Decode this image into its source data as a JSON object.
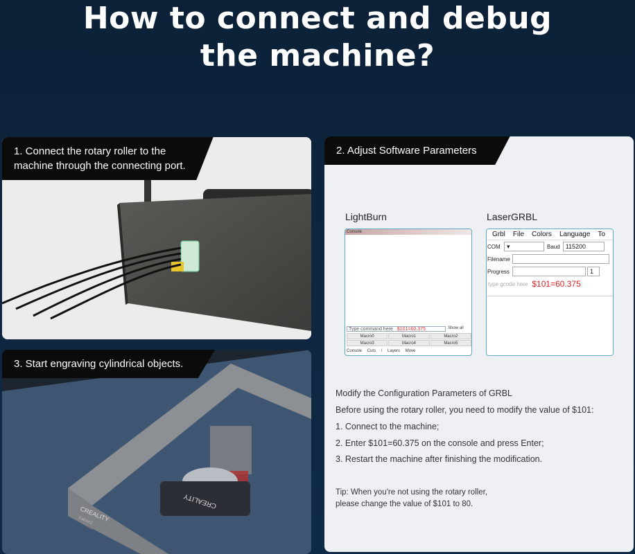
{
  "title": {
    "line1": "How to connect and debug",
    "line2": "the machine?"
  },
  "step1": {
    "line1": "1. Connect the rotary roller to the",
    "line2": "machine through the connecting port."
  },
  "step2": {
    "label": "2. Adjust Software Parameters"
  },
  "step3": {
    "label": "3. Start engraving cylindrical objects."
  },
  "software": {
    "lightburn": {
      "name": "LightBurn",
      "window_title": "Console",
      "command_placeholder": "Type command here",
      "command_value": "$101=60.375",
      "show_all": "Show all",
      "macros": [
        "Macro0",
        "Macro1",
        "Macro2",
        "Macro3",
        "Macro4",
        "Macro5"
      ],
      "tabs": [
        "Console",
        "Cuts / Layers",
        "Move"
      ]
    },
    "lasergrbl": {
      "name": "LaserGRBL",
      "menu": [
        "Grbl",
        "File",
        "Colors",
        "Language",
        "To"
      ],
      "com_label": "COM",
      "baud_label": "Baud",
      "baud_value": "115200",
      "filename_label": "Filename",
      "progress_label": "Progress",
      "progress_value": "1",
      "command_placeholder": "type gcode here",
      "command_value": "$101=60.375"
    }
  },
  "instructions": {
    "heading": "Modify the Configuration Parameters of GRBL",
    "intro": "Before using the rotary roller, you need to modify the value of $101:",
    "steps": [
      "1. Connect to the machine;",
      "2. Enter $101=60.375 on the console and press Enter;",
      "3. Restart the machine after finishing the modification."
    ],
    "tip_line1": "Tip: When you're not using the rotary roller,",
    "tip_line2": "please change the value of $101 to 80."
  },
  "photo3": {
    "brand": "CREALITY",
    "model": "Falcon2",
    "roller_brand": "CREALITY"
  }
}
